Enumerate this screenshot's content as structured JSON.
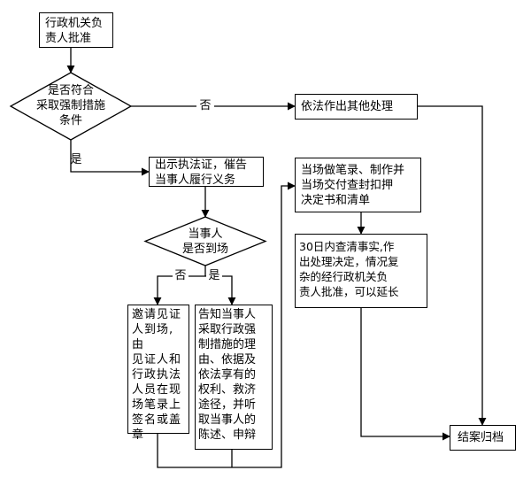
{
  "nodes": {
    "approve": "行政机关负\n责人批准",
    "cond": "是否符合\n采取强制措施\n条件",
    "other": "依法作出其他处理",
    "show_id": "出示执法证，催告\n当事人履行义务",
    "present": "当事人\n是否到场",
    "witness": "邀请见证\n人到场,由\n见证人和\n行政执法\n人员在现\n场笔录上\n签名或盖\n章",
    "inform": "告知当事人\n采取行政强\n制措施的理\n由、依据及\n依法享有的\n权利、救济\n途径，并听\n取当事人的\n陈述、申辩",
    "record": "当场做笔录、制作并\n当场交付查封扣押\n决定书和清单",
    "check": "30日内查清事实,作\n出处理决定，情况复\n杂的经行政机关负\n责人批准，可以延长",
    "archive": "结案归档"
  },
  "edge_labels": {
    "cond_no": "否",
    "cond_yes": "是",
    "present_no": "否",
    "present_yes": "是"
  }
}
